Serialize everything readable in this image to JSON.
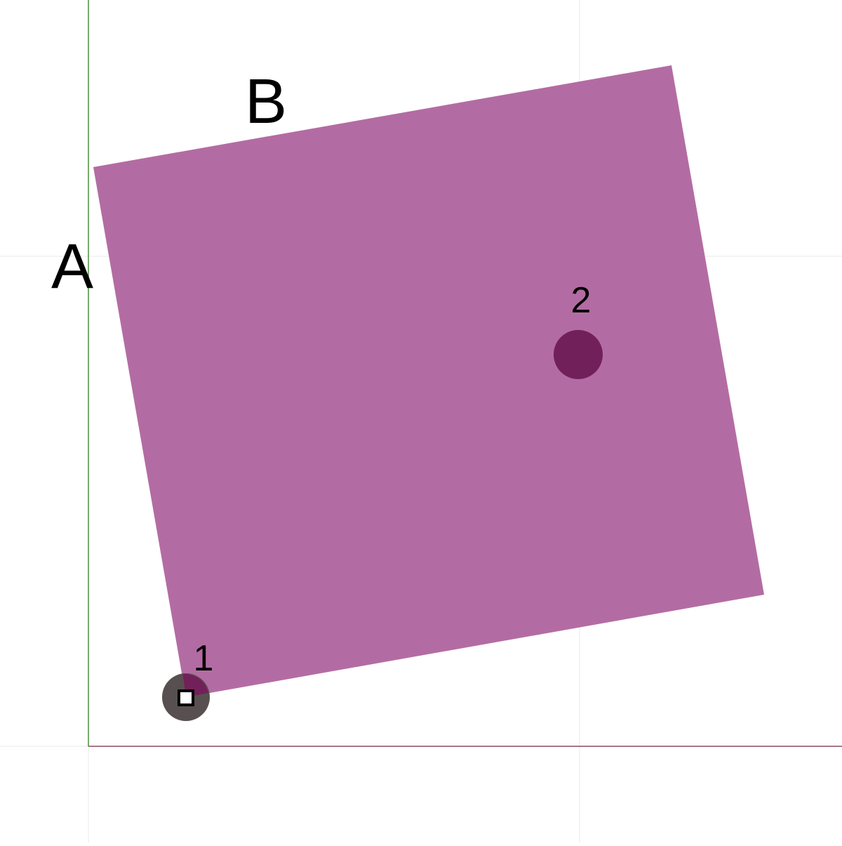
{
  "canvas": {
    "background": "#ffffff",
    "grid_color": "#e8e8e8",
    "axis_x_color": "#8b4a5f",
    "axis_y_color": "#4c8f3c"
  },
  "labels": {
    "side_a": "A",
    "side_b": "B",
    "vertex_1": "1",
    "vertex_2": "2"
  },
  "square": {
    "fill": "#b36ca3"
  },
  "points": {
    "point_1_fill": "#585050",
    "point_2_fill": "#72205a",
    "marker_stroke": "#000000",
    "marker_fill": "#ffffff"
  }
}
